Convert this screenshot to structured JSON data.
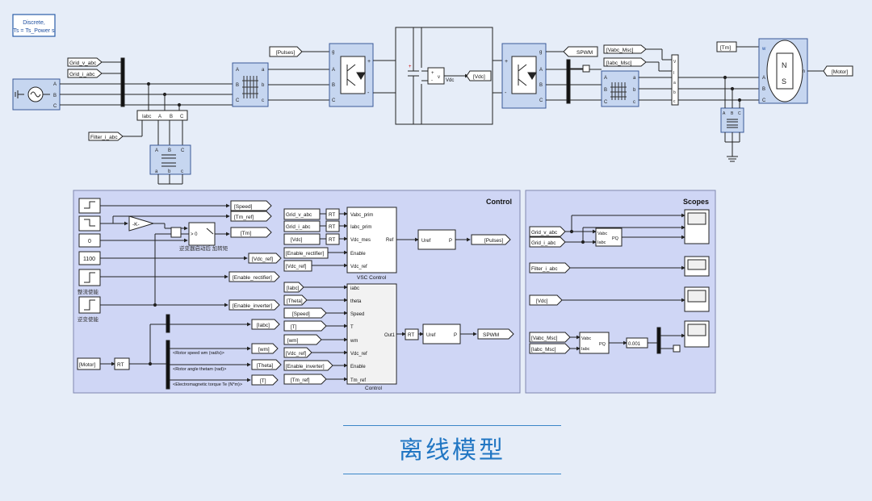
{
  "caption": "离线模型",
  "power": {
    "powergui": [
      "Discrete,",
      "Ts = Ts_Power s"
    ],
    "grid_v_tag": "Grid_v_abc",
    "grid_i_tag": "Grid_i_abc",
    "filter_tag": "Filter_i_abc",
    "pulses_tag": "[Pulses]",
    "vdc_tag": "[Vdc]",
    "vdc_port": "Vdc",
    "spwm_tag": "SPWM",
    "vabc_msc_tag": "[Vabc_Msc]",
    "iabc_msc_tag": "[Iabc_Msc]",
    "tm_tag": "[Tm]",
    "motor_tag": "[Motor]",
    "port_abc": [
      "A",
      "B",
      "C"
    ],
    "port_abc_lower": [
      "a",
      "b",
      "c"
    ],
    "port_g": "g",
    "port_w": "w",
    "port_m": "m",
    "port_plus": "+",
    "port_minus": "-",
    "meas_labels": [
      "Vabc",
      "Iabc"
    ],
    "motor_letters": [
      "N",
      "S"
    ]
  },
  "control": {
    "title": "Control",
    "sources": {
      "gain": "-K-",
      "compare": "> 0",
      "const0": "0",
      "const1100": "1100",
      "rt": "RT",
      "mux_inner_label": "0"
    },
    "goto_tags": {
      "speed": "[Speed]",
      "tm_ref": "[Tm_ref]",
      "tm": "[Tm]",
      "vdc_ref": "[Vdc_ref]",
      "enable_rectifier": "[Enable_rectifier]",
      "enable_inverter": "[Enable_inverter]",
      "iabc": "[Iabc]",
      "wm": "[wm]",
      "theta": "[Theta]",
      "t": "[T]",
      "motor": "[Motor]"
    },
    "cn_labels": {
      "inverter_start": "逆变器启动后 加转矩",
      "rectifier_enable": "整流使能",
      "inverter_enable": "逆变使能"
    },
    "bus_signals": [
      "<Rotor speed wm (rad/s)>",
      "<Rotor angle thetam (rad)>",
      "<Electromagnetic torque Te (N*m)>"
    ],
    "vsc": {
      "title": "VSC Control",
      "inputs": [
        "Grid_v_abc",
        "Grid_i_abc",
        "[Vdc]",
        "[Enable_rectifier]",
        "[Vdc_ref]"
      ],
      "ports": [
        "Vabc_prim",
        "Iabc_prim",
        "Vdc_mes",
        "Enable",
        "Vdc_ref"
      ],
      "out_port": "Ref",
      "uref_in": "Uref",
      "uref_out": "P",
      "out_tag": "[Pulses]"
    },
    "motor_ctrl": {
      "title": "Control",
      "inputs": [
        "[Iabc]",
        "[Theta]",
        "[Speed]",
        "[T]",
        "[wm]",
        "[Vdc_ref]",
        "[Enable_inverter]",
        "[Tm_ref]"
      ],
      "ports": [
        "iabc",
        "theta",
        "Speed",
        "T",
        "wm",
        "Vdc_ref",
        "Enable",
        "Tm_ref"
      ],
      "out_port": "Out1",
      "uref_in": "Uref",
      "uref_out": "P",
      "out_tag": "SPWM"
    }
  },
  "scopes": {
    "title": "Scopes",
    "pq1_inputs": [
      "Grid_v_abc",
      "Grid_i_abc"
    ],
    "pq_ports": [
      "Vabc",
      "Iabc"
    ],
    "pq_out": "PQ",
    "filter_tag": "Filter_i_abc",
    "vdc_tag": "[Vdc]",
    "pq2_inputs": [
      "[Vabc_Msc]",
      "[Iabc_Msc]"
    ],
    "gain": "0.001"
  }
}
